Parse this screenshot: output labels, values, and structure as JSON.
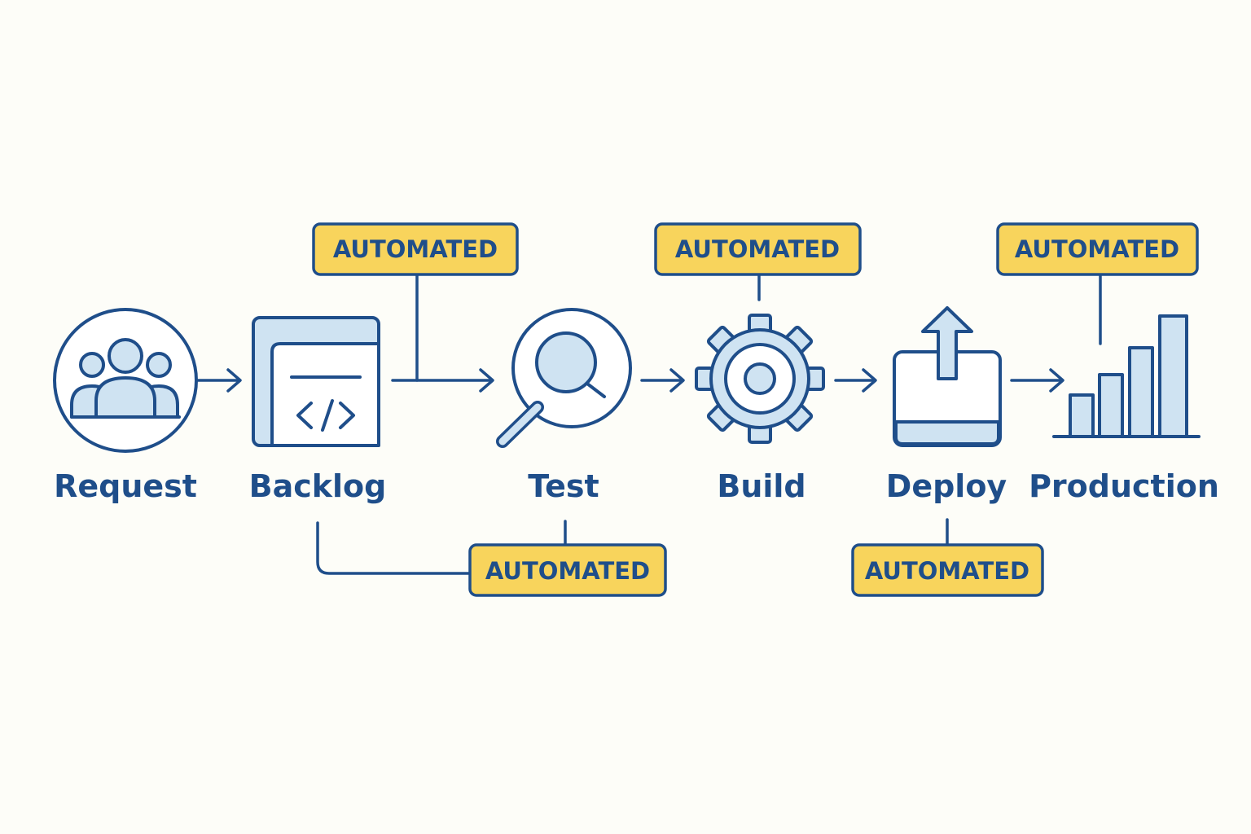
{
  "colors": {
    "background": "#fdfdf8",
    "stroke": "#1f4e8a",
    "fill": "#cfe3f2",
    "badge": "#f8d45c"
  },
  "stages": [
    {
      "label": "Request",
      "icon": "people-icon"
    },
    {
      "label": "Backlog",
      "icon": "code-window-icon"
    },
    {
      "label": "Test",
      "icon": "magnifier-icon"
    },
    {
      "label": "Build",
      "icon": "gear-icon"
    },
    {
      "label": "Deploy",
      "icon": "upload-box-icon"
    },
    {
      "label": "Production",
      "icon": "bar-chart-icon"
    }
  ],
  "badges": [
    {
      "label": "AUTOMATED"
    },
    {
      "label": "AUTOMATED"
    },
    {
      "label": "AUTOMATED"
    },
    {
      "label": "AUTOMATED"
    },
    {
      "label": "AUTOMATED"
    }
  ]
}
